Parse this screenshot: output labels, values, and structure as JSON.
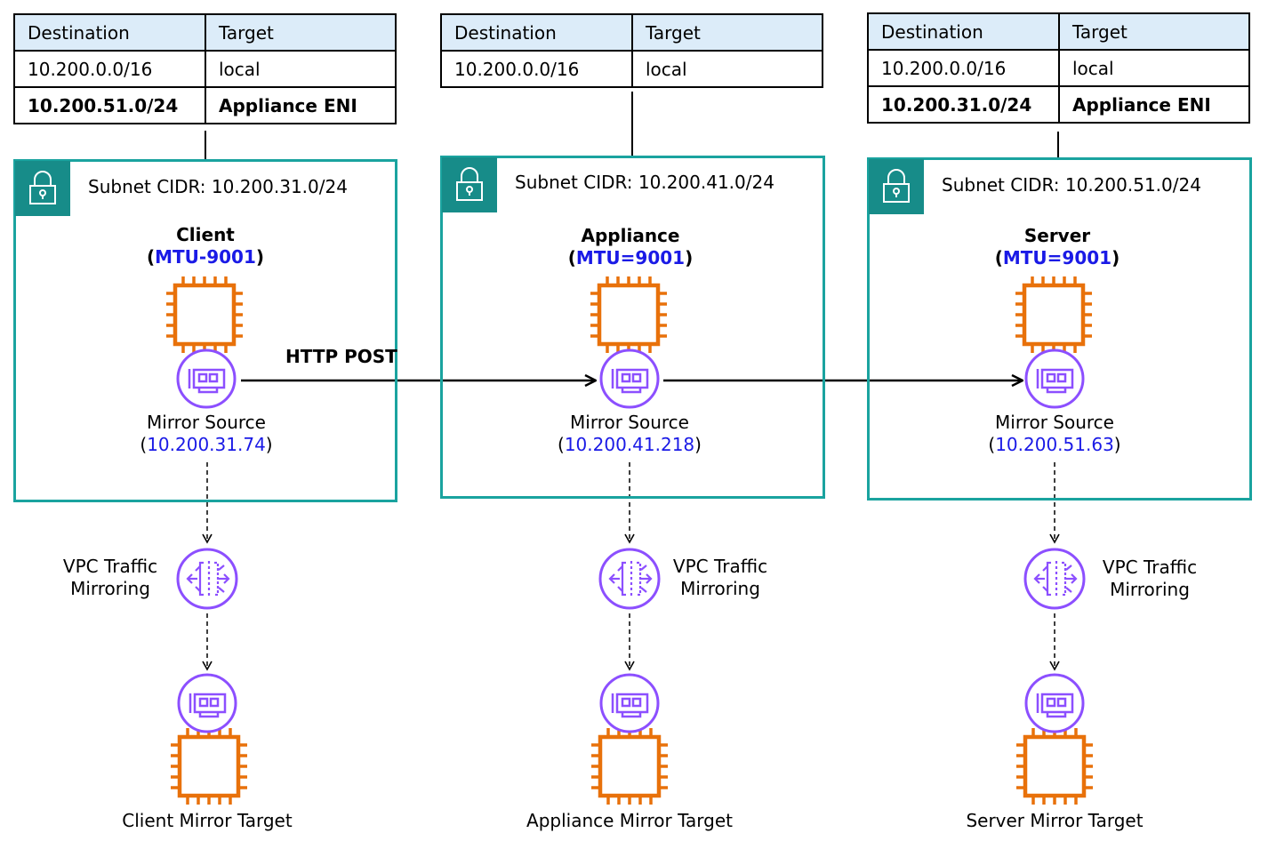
{
  "route_tables": [
    {
      "headers": [
        "Destination",
        "Target"
      ],
      "rows": [
        {
          "destination": "10.200.0.0/16",
          "target": "local",
          "bold": false
        },
        {
          "destination": "10.200.51.0/24",
          "target": "Appliance ENI",
          "bold": true
        }
      ]
    },
    {
      "headers": [
        "Destination",
        "Target"
      ],
      "rows": [
        {
          "destination": "10.200.0.0/16",
          "target": "local",
          "bold": false
        }
      ]
    },
    {
      "headers": [
        "Destination",
        "Target"
      ],
      "rows": [
        {
          "destination": "10.200.0.0/16",
          "target": "local",
          "bold": false
        },
        {
          "destination": "10.200.31.0/24",
          "target": "Appliance ENI",
          "bold": true
        }
      ]
    }
  ],
  "subnets": [
    {
      "cidr": "Subnet CIDR: 10.200.31.0/24",
      "instance_name": "Client",
      "mtu": "MTU-9001",
      "source_label": "Mirror Source",
      "source_ip": "10.200.31.74",
      "mirroring_label_1": "VPC Traffic",
      "mirroring_label_2": "Mirroring",
      "target_label": "Client Mirror Target"
    },
    {
      "cidr": "Subnet CIDR: 10.200.41.0/24",
      "instance_name": "Appliance",
      "mtu": "MTU=9001",
      "source_label": "Mirror Source",
      "source_ip": "10.200.41.218",
      "mirroring_label_1": "VPC Traffic",
      "mirroring_label_2": "Mirroring",
      "target_label": "Appliance Mirror Target"
    },
    {
      "cidr": "Subnet CIDR: 10.200.51.0/24",
      "instance_name": "Server",
      "mtu": "MTU=9001",
      "source_label": "Mirror Source",
      "source_ip": "10.200.51.63",
      "mirroring_label_1": "VPC Traffic",
      "mirroring_label_2": "Mirroring",
      "target_label": "Server Mirror Target"
    }
  ],
  "flow_label": "HTTP POST",
  "colors": {
    "subnet_border": "#1aa39f",
    "lock_fill": "#178c89",
    "instance_orange": "#e8710a",
    "network_purple": "#8c4fff",
    "highlight_blue": "#1a1ae6",
    "table_header": "#dcecf9"
  },
  "icons": {
    "lock": "lock-icon",
    "instance": "ec2-instance-icon",
    "eni": "network-interface-icon",
    "mirroring": "traffic-mirroring-icon"
  }
}
